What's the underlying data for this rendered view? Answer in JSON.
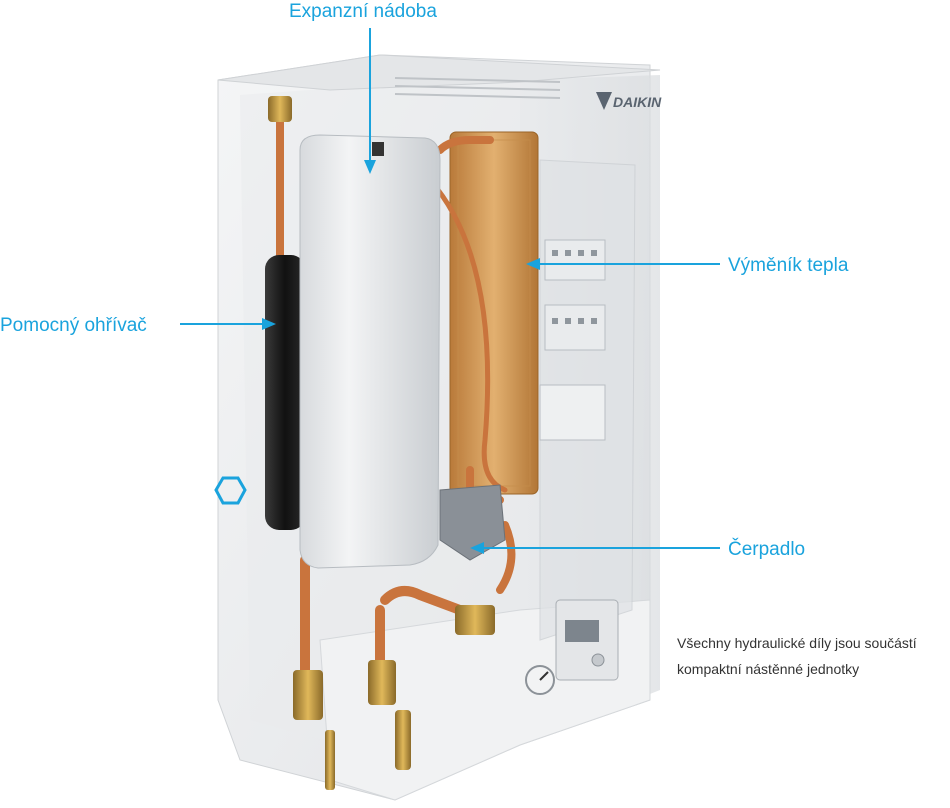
{
  "labels": {
    "expansion_vessel": "Expanzní nádoba",
    "heat_exchanger": "Výměník tepla",
    "auxiliary_heater": "Pomocný ohřívač",
    "pump": "Čerpadlo"
  },
  "brand": {
    "logo_text": "DAIKIN"
  },
  "caption": {
    "line1": "Všechny hydraulické díly jsou součástí",
    "line2": "kompaktní nástěnné jednotky"
  },
  "colors": {
    "callout": "#1aa3dd",
    "caption_text": "#333333",
    "copper": "#c9743d",
    "brass": "#c99a3a",
    "heat_exchanger": "#d9a15a",
    "casing": "#eceef0"
  }
}
